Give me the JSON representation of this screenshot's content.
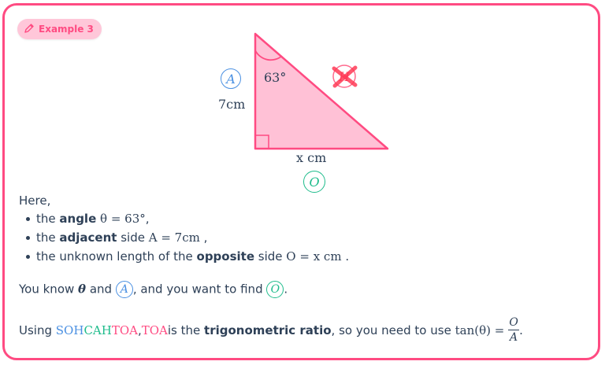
{
  "badge": {
    "icon": "pencil-icon",
    "label": "Example 3"
  },
  "diagram": {
    "angle_label": "63°",
    "adjacent_circle": "A",
    "adjacent_length": "7cm",
    "hypotenuse_circle": "H",
    "opposite_length": "x cm",
    "opposite_circle": "O",
    "colors": {
      "fill": "#ffc1d6",
      "stroke": "#ff4b82",
      "blue": "#4a90e2",
      "green": "#1fbc8c",
      "red": "#ff3b57"
    }
  },
  "body": {
    "intro": "Here,",
    "bullets": [
      {
        "pre": "the ",
        "bold": "angle",
        "math": "θ = 63°",
        "post": ","
      },
      {
        "pre": "the ",
        "bold": "adjacent",
        "mid": " side ",
        "math": "A = 7cm",
        "post": " ,"
      },
      {
        "pre": "the unknown length of the ",
        "bold": "opposite",
        "mid": " side ",
        "math": "O = x cm",
        "post": " ."
      }
    ],
    "know_line": {
      "pre": "You know ",
      "theta": "θ",
      "and": " and ",
      "A": "A",
      "mid": ", and you want to find ",
      "O": "O",
      "post": "."
    },
    "using_line": {
      "pre": "Using ",
      "soh": "SOH",
      "cah": "CAH",
      "toa": "TOA",
      "comma": ", ",
      "toa2": "TOA",
      "mid": " is the ",
      "bold": "trigonometric ratio",
      "post": ", so you need to use ",
      "formula_lhs": "tan(θ) =",
      "frac_num": "O",
      "frac_den": "A",
      "end": "."
    }
  }
}
